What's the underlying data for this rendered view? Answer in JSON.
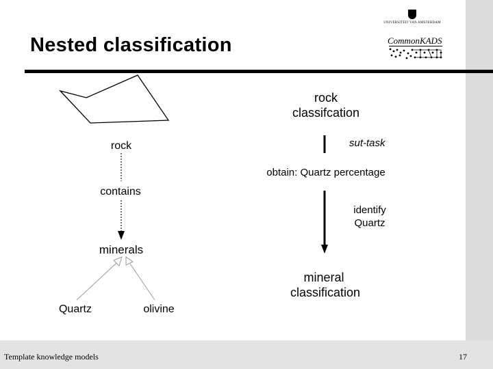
{
  "slide": {
    "title": "Nested classification",
    "university_logo_text": "UNIVERSITEIT VAN AMSTERDAM",
    "commonkads_logo_text": "CommonKADS"
  },
  "left_diagram": {
    "top_node": "rock",
    "relation": "contains",
    "middle_node": "minerals",
    "leaf_nodes": [
      "Quartz",
      "olivine"
    ]
  },
  "right_diagram": {
    "top_node_line1": "rock",
    "top_node_line2": "classifcation",
    "subtask_label": "sut-task",
    "obtain_label": "obtain: Quartz percentage",
    "identify_line1": "identify",
    "identify_line2": "Quartz",
    "bottom_node_line1": "mineral",
    "bottom_node_line2": "classification"
  },
  "footer": {
    "left": "Template knowledge models",
    "page_number": "17"
  },
  "colors": {
    "background": "#ffffff",
    "side_band": "#dcdcdc",
    "bottom_band": "#e3e3e3",
    "arrow_outline": "#9a9a9a"
  }
}
